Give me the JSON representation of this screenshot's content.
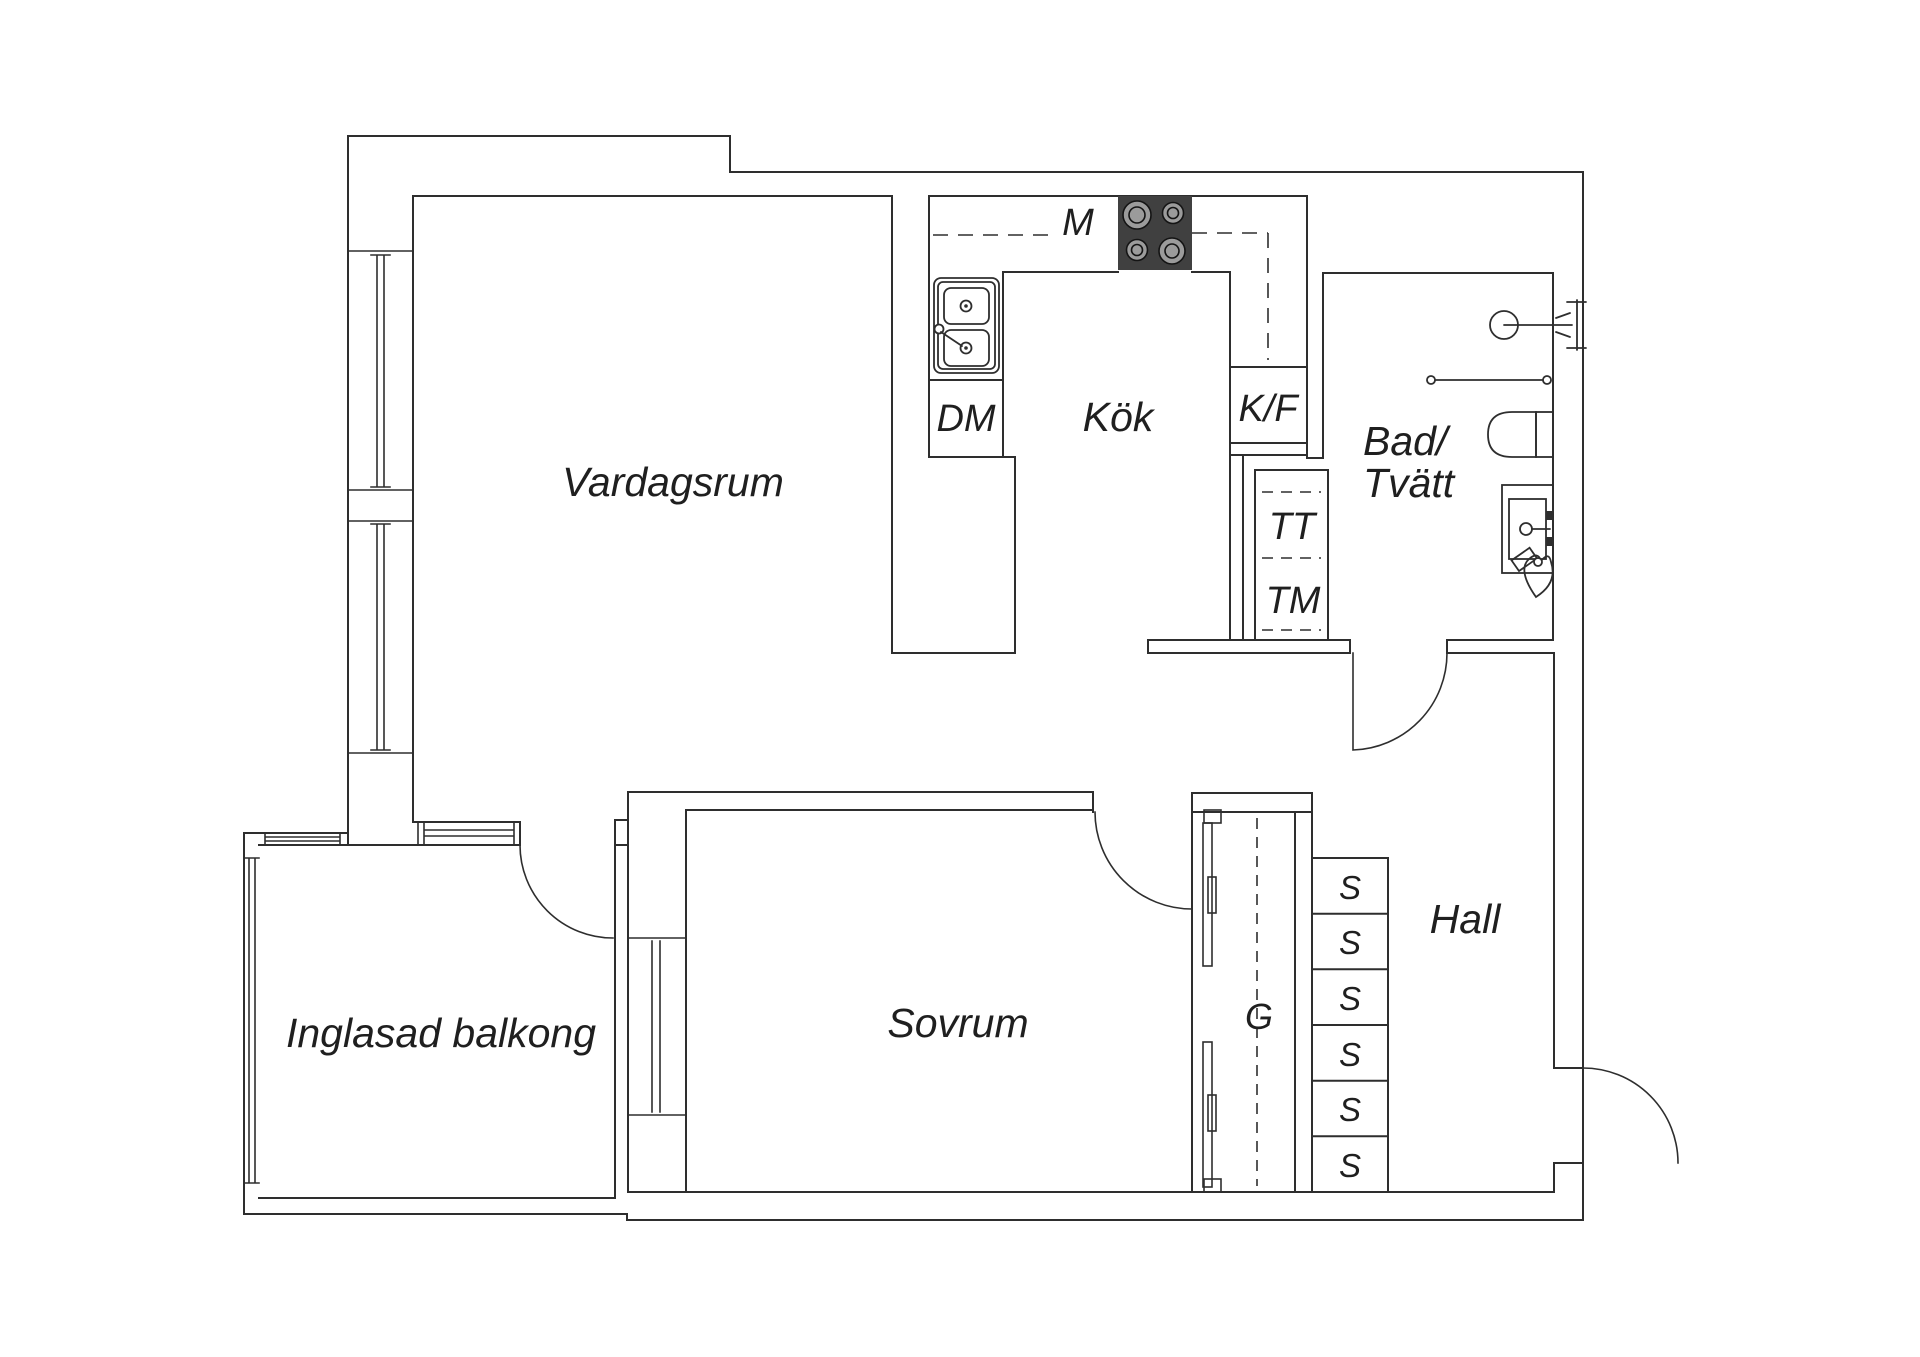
{
  "colors": {
    "background": "#ffffff",
    "line": "#2e2e2e",
    "text": "#1f1f1f",
    "stove_body": "#404040",
    "burner_fill": "#9b9b9b",
    "burner_ring": "#141414"
  },
  "rooms": {
    "living_room": {
      "label": "Vardagsrum"
    },
    "kitchen": {
      "label": "Kök"
    },
    "bedroom": {
      "label": "Sovrum"
    },
    "bathroom": {
      "label_line1": "Bad/",
      "label_line2": "Tvätt"
    },
    "hall": {
      "label": "Hall"
    },
    "balcony": {
      "label": "Inglasad balkong"
    }
  },
  "appliances": {
    "dishwasher_label": "DM",
    "microwave_label": "M",
    "fridge_freezer_label": "K/F",
    "tumble_dryer_label": "TT",
    "washing_machine_label": "TM"
  },
  "storage": {
    "wardrobe_label": "G",
    "closets": [
      {
        "label": "S"
      },
      {
        "label": "S"
      },
      {
        "label": "S"
      },
      {
        "label": "S"
      },
      {
        "label": "S"
      },
      {
        "label": "S"
      }
    ]
  }
}
